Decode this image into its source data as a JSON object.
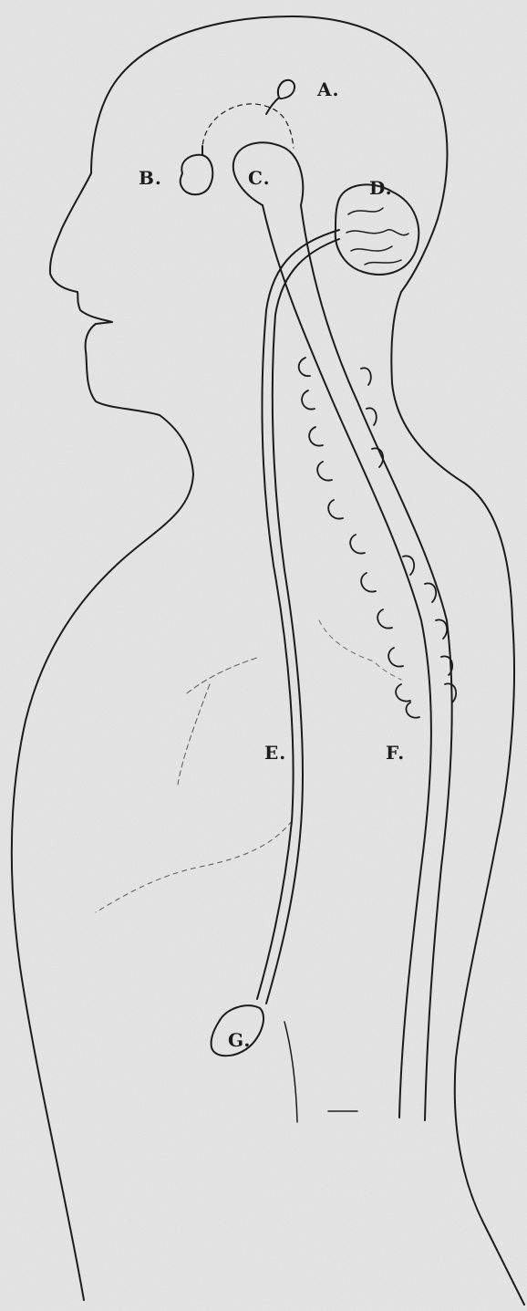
{
  "figure": {
    "background_color": "#e9e9e9",
    "ink_color": "#1c1c1c",
    "labels": {
      "a": "A.",
      "b": "B.",
      "c": "C.",
      "d": "D.",
      "e": "E.",
      "f": "F.",
      "g": "G."
    }
  }
}
